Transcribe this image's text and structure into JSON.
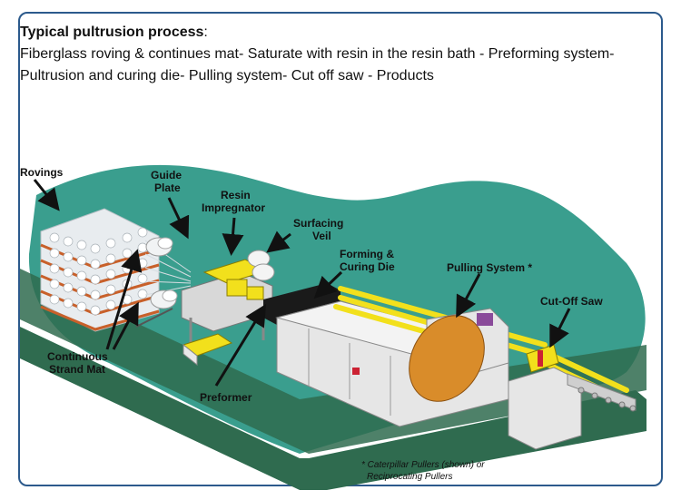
{
  "caption": {
    "heading": "Typical pultrusion process",
    "heading_colon": ":",
    "description": "Fiberglass roving & continues mat- Saturate with resin in the resin bath - Preforming system- Pultrusion and curing die- Pulling system- Cut off saw - Products"
  },
  "diagram": {
    "labels": {
      "rovings": "Rovings",
      "guide_plate": [
        "Guide",
        "Plate"
      ],
      "resin_impregnator": [
        "Resin",
        "Impregnator"
      ],
      "surfacing_veil": [
        "Surfacing",
        "Veil"
      ],
      "forming_curing_die": [
        "Forming &",
        "Curing Die"
      ],
      "pulling_system": "Pulling System *",
      "cut_off_saw": "Cut-Off Saw",
      "continuous_strand_mat": [
        "Continuous",
        "Strand Mat"
      ],
      "preformer": "Preformer"
    },
    "footnote": [
      "* Caterpillar Pullers (shown) or",
      "Reciprocating Pullers"
    ],
    "colors": {
      "background_blob": "#3a9e8e",
      "floor": "#2f6b4f",
      "machine_body": "#e6e6e6",
      "yellow_parts": "#f2e01c",
      "puller_orange": "#d98c2a",
      "rack_orange": "#c8602a",
      "die_black": "#1a1a1a",
      "border": "#2c5a8c"
    }
  }
}
